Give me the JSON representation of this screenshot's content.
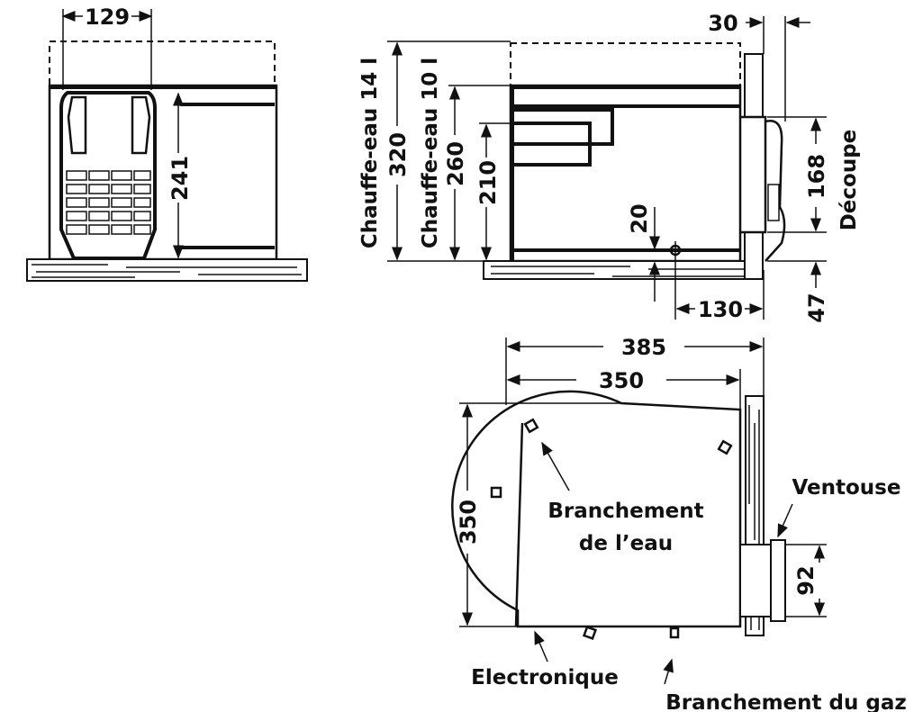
{
  "front_view": {
    "width_dim": "129",
    "height_dim": "241"
  },
  "side_view": {
    "label_14l": "Chauffe-eau 14 l",
    "dim_14l": "320",
    "label_10l": "Chauffe-eau 10 l",
    "dim_10l": "260",
    "dim_210": "210",
    "dim_20": "20",
    "dim_130": "130",
    "dim_30": "30",
    "dim_168": "168",
    "dim_47": "47",
    "cutout_label": "Découpe"
  },
  "top_view": {
    "dim_385": "385",
    "dim_350_h": "350",
    "dim_350_v": "350",
    "dim_92": "92",
    "water_label_1": "Branchement",
    "water_label_2": "de l’eau",
    "vent_label": "Ventouse",
    "electronics_label": "Electronique",
    "gas_label": "Branchement du gaz"
  },
  "colors": {
    "line": "#111111",
    "background": "#ffffff"
  }
}
